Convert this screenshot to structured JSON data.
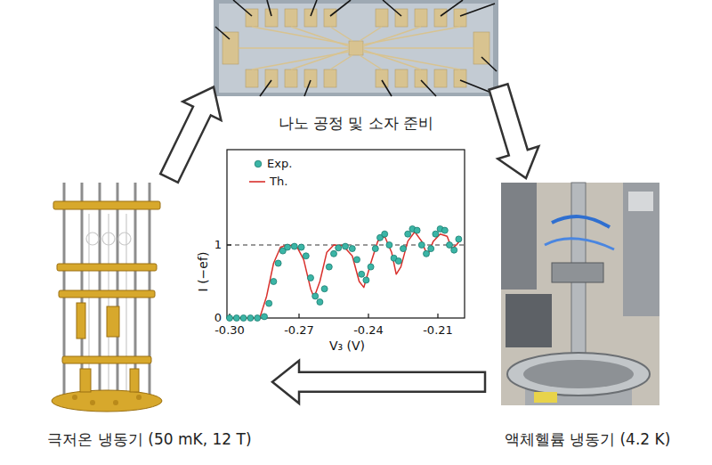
{
  "diagram": {
    "nodes": [
      {
        "text": [
          "나노 공정 및 소자 준비"
        ]
      },
      {
        "text": [
          "극저온 냉동기 (50 mK, 12 T)"
        ]
      },
      {
        "text": [
          "액체헬륨 냉동기 (4.2 K)"
        ]
      }
    ],
    "edges": [
      {
        "from": 1,
        "to": 0,
        "arrow": "to"
      },
      {
        "from": 0,
        "to": 2,
        "arrow": "to"
      },
      {
        "from": 2,
        "to": 1,
        "arrow": "to"
      }
    ],
    "labels": [
      "1",
      "0",
      "-0.30",
      "-0.27",
      "-0.24",
      "-0.21",
      "I (−ef)",
      "V₃ (V)"
    ],
    "legend": [
      {
        "text": "Exp."
      },
      {
        "text": "Th."
      }
    ]
  }
}
